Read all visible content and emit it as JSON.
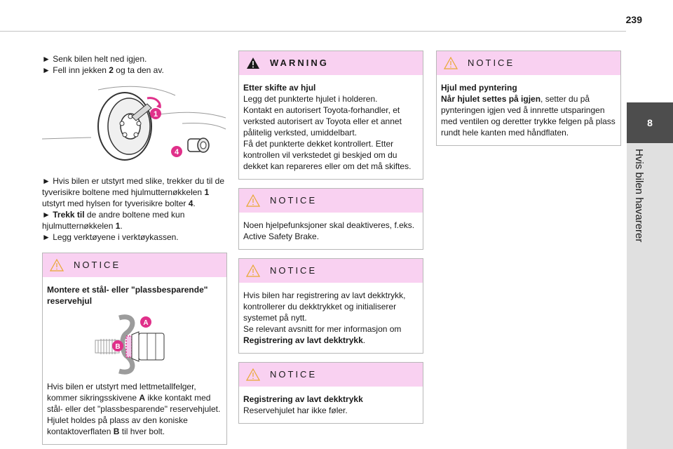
{
  "page": {
    "number": "239"
  },
  "side": {
    "chapter_num": "8",
    "chapter_title": "Hvis bilen havarerer"
  },
  "col1": {
    "steps_top": [
      {
        "glyph": "►",
        "text": "Senk bilen helt ned igjen."
      },
      {
        "glyph": "►",
        "pre": "Fell inn jekken ",
        "num": "2",
        "post": " og ta den av."
      }
    ],
    "wheel_illustration": {
      "callout_1": "1",
      "callout_4": "4"
    },
    "step3": {
      "glyph": "►",
      "a": "Hvis bilen er utstyrt med slike, trekker du til de tyverisikre boltene med hjulmutternøkkelen ",
      "b": "1",
      "c": " utstyrt med hylsen for tyverisikre bolter ",
      "d": "4",
      "e": "."
    },
    "step4": {
      "glyph": "►",
      "a": "Trekk til",
      "b": " de andre boltene med kun hjulmutternøkkelen ",
      "c": "1",
      "d": "."
    },
    "step5": {
      "glyph": "►",
      "text": "Legg verktøyene i verktøykassen."
    },
    "notice": {
      "title": "NOTICE",
      "heading": "Montere et stål- eller \"plassbesparende\" reservehjul",
      "bolt_illustration": {
        "callout_a": "A",
        "callout_b": "B"
      },
      "body": {
        "a": "Hvis bilen er utstyrt med lettmetallfelger, kommer sikringsskivene ",
        "b": "A",
        "c": " ikke kontakt med stål- eller det \"plassbesparende\" reservehjulet. Hjulet holdes på plass av den koniske kontaktoverflaten ",
        "d": "B",
        "e": " til hver bolt."
      }
    }
  },
  "col2": {
    "warning": {
      "title": "WARNING",
      "heading": "Etter skifte av hjul",
      "lines": [
        "Legg det punkterte hjulet i holderen.",
        "Kontakt en autorisert Toyota-forhandler, et verksted autorisert av Toyota eller et annet pålitelig verksted, umiddelbart.",
        "Få det punkterte dekket kontrollert. Etter kontrollen vil verkstedet gi beskjed om du dekket kan repareres eller om det må skiftes."
      ]
    },
    "notice1": {
      "title": "NOTICE",
      "text": "Noen hjelpefunksjoner skal deaktiveres, f.eks. Active Safety Brake."
    },
    "notice2": {
      "title": "NOTICE",
      "line1": "Hvis bilen har registrering av lavt dekktrykk, kontrollerer du dekktrykket og initialiserer systemet på nytt.",
      "line2": "Se relevant avsnitt for mer informasjon om ",
      "line2_bold": "Registrering av lavt dekktrykk",
      "line2_end": "."
    },
    "notice3": {
      "title": "NOTICE",
      "heading": "Registrering av lavt dekktrykk",
      "text": "Reservehjulet har ikke føler."
    }
  },
  "col3": {
    "notice": {
      "title": "NOTICE",
      "heading": "Hjul med pyntering",
      "bold_lead": "Når hjulet settes på igjen",
      "text": ", setter du på pynteringen igjen ved å innrette utsparingen med ventilen og deretter trykke felgen på plass rundt hele kanten med håndflaten."
    }
  },
  "colors": {
    "notice_header": "#f9d1f1",
    "callout": "#e0308a",
    "side_tab": "#4d4d4d",
    "side_strip": "#e0e0e0"
  },
  "icons": {
    "notice": "warning-triangle-outline-icon",
    "warning": "warning-triangle-filled-icon"
  }
}
